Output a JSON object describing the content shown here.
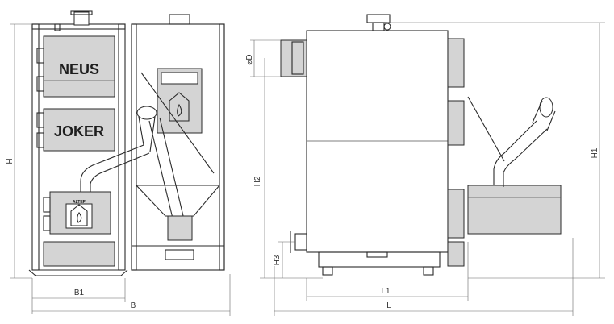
{
  "labels": {
    "brand_top": "NEUS",
    "brand_bottom": "JOKER",
    "small_brand": "ALTEP",
    "dimensions": {
      "H": "H",
      "B1": "B1",
      "B": "B",
      "D": "⌀D",
      "H2": "H2",
      "H3": "H3",
      "H1": "H1",
      "L1": "L1",
      "L": "L"
    }
  },
  "colors": {
    "line": "#2a2a2a",
    "panel": "#d4d4d4",
    "dark_panel": "#bdbdbd",
    "background": "#ffffff"
  }
}
